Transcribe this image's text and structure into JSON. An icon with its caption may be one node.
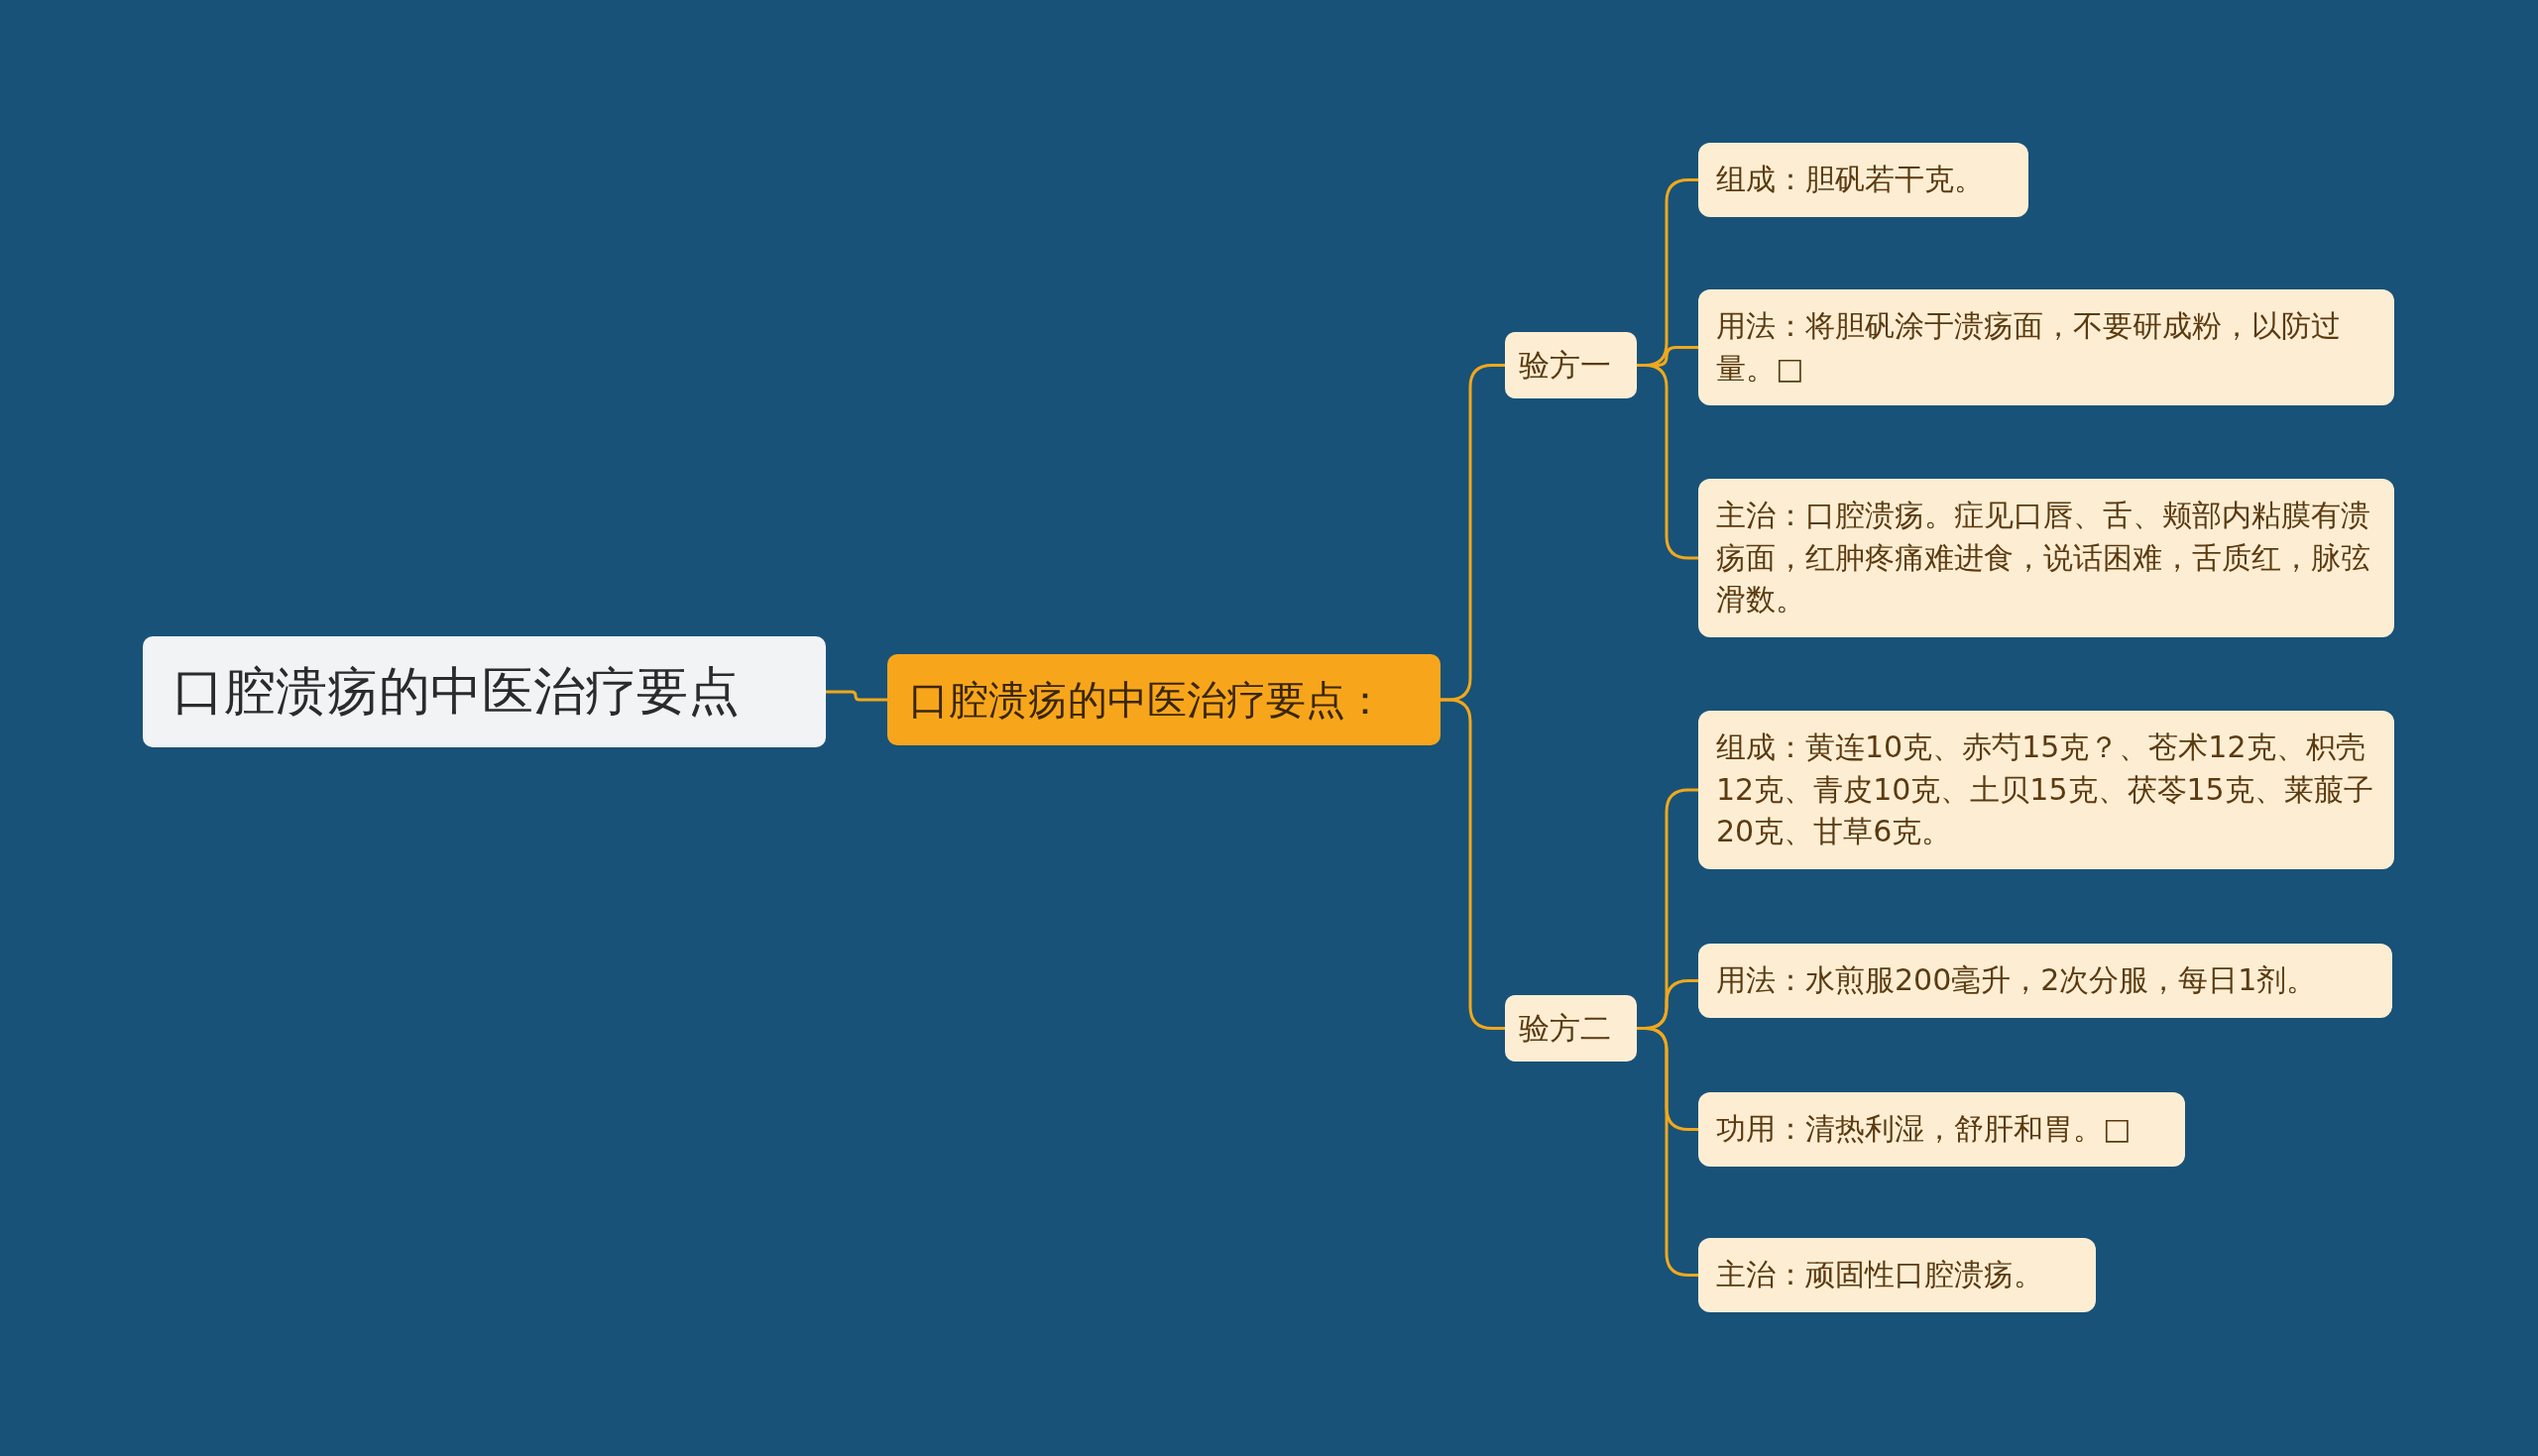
{
  "diagram": {
    "nodes": [
      {
        "text": [
          "口腔溃疡的中医治疗要点"
        ]
      },
      {
        "text": [
          "口腔溃疡的中医治疗要点："
        ]
      },
      {
        "text": [
          "验方一"
        ]
      },
      {
        "text": [
          "验方二"
        ]
      },
      {
        "text": [
          "组成：胆矾若干克。"
        ]
      },
      {
        "text": [
          "用法：将胆矾涂于溃疡面，不要研成粉，以防过量。□"
        ]
      },
      {
        "text": [
          "主治：口腔溃疡。症见口唇、舌、颊部内粘膜有溃疡面，红肿疼痛难进食，说话困难，舌质红，脉弦滑数。"
        ]
      },
      {
        "text": [
          "组成：黄连10克、赤芍15克？、苍术12克、枳壳12克、青皮10克、土贝15克、茯苓15克、莱菔子20克、甘草6克。"
        ]
      },
      {
        "text": [
          "用法：水煎服200毫升，2次分服，每日1剂。"
        ]
      },
      {
        "text": [
          "功用：清热利湿，舒肝和胃。□"
        ]
      },
      {
        "text": [
          "主治：顽固性口腔溃疡。"
        ]
      }
    ],
    "edges": [
      {
        "from": 0,
        "to": 1,
        "arrow": "none"
      },
      {
        "from": 1,
        "to": 2,
        "arrow": "none"
      },
      {
        "from": 1,
        "to": 3,
        "arrow": "none"
      },
      {
        "from": 2,
        "to": 4,
        "arrow": "none"
      },
      {
        "from": 2,
        "to": 5,
        "arrow": "none"
      },
      {
        "from": 2,
        "to": 6,
        "arrow": "none"
      },
      {
        "from": 3,
        "to": 7,
        "arrow": "none"
      },
      {
        "from": 3,
        "to": 8,
        "arrow": "none"
      },
      {
        "from": 3,
        "to": 9,
        "arrow": "none"
      },
      {
        "from": 3,
        "to": 10,
        "arrow": "none"
      }
    ]
  }
}
